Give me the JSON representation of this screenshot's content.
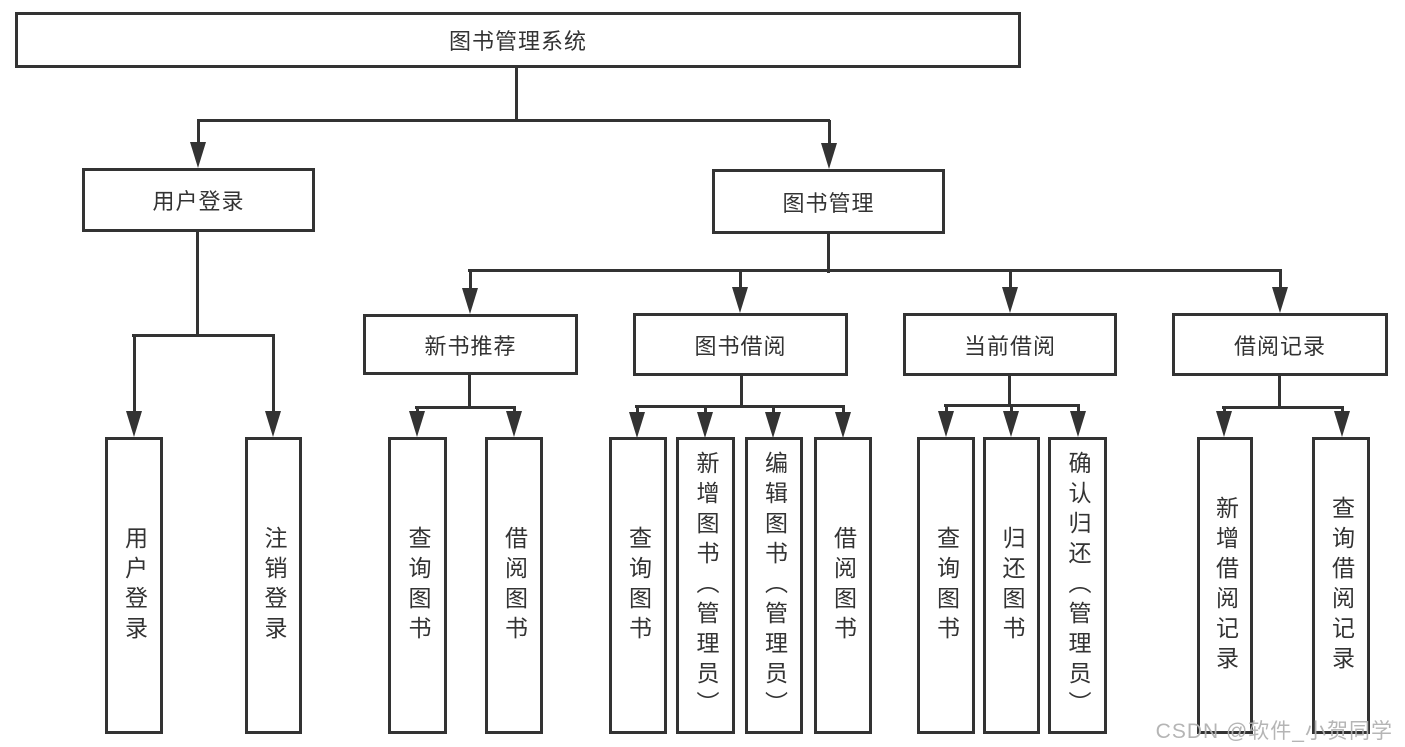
{
  "diagram": {
    "root": "图书管理系统",
    "user_login": {
      "label": "用户登录",
      "children": [
        "用户登录",
        "注销登录"
      ]
    },
    "book_management": {
      "label": "图书管理"
    },
    "new_books": {
      "label": "新书推荐",
      "children": [
        "查询图书",
        "借阅图书"
      ]
    },
    "book_borrowing": {
      "label": "图书借阅",
      "children": [
        "查询图书",
        "新增图书（管理员）",
        "编辑图书（管理员）",
        "借阅图书"
      ]
    },
    "current_borrowing": {
      "label": "当前借阅",
      "children": [
        "查询图书",
        "归还图书",
        "确认归还（管理员）"
      ]
    },
    "borrow_records": {
      "label": "借阅记录",
      "children": [
        "新增借阅记录",
        "查询借阅记录"
      ]
    }
  },
  "watermark": "CSDN @软件_小贺同学",
  "colors": {
    "line": "#333333",
    "text": "#333333",
    "watermark": "#b2b2b2",
    "background": "#ffffff"
  }
}
